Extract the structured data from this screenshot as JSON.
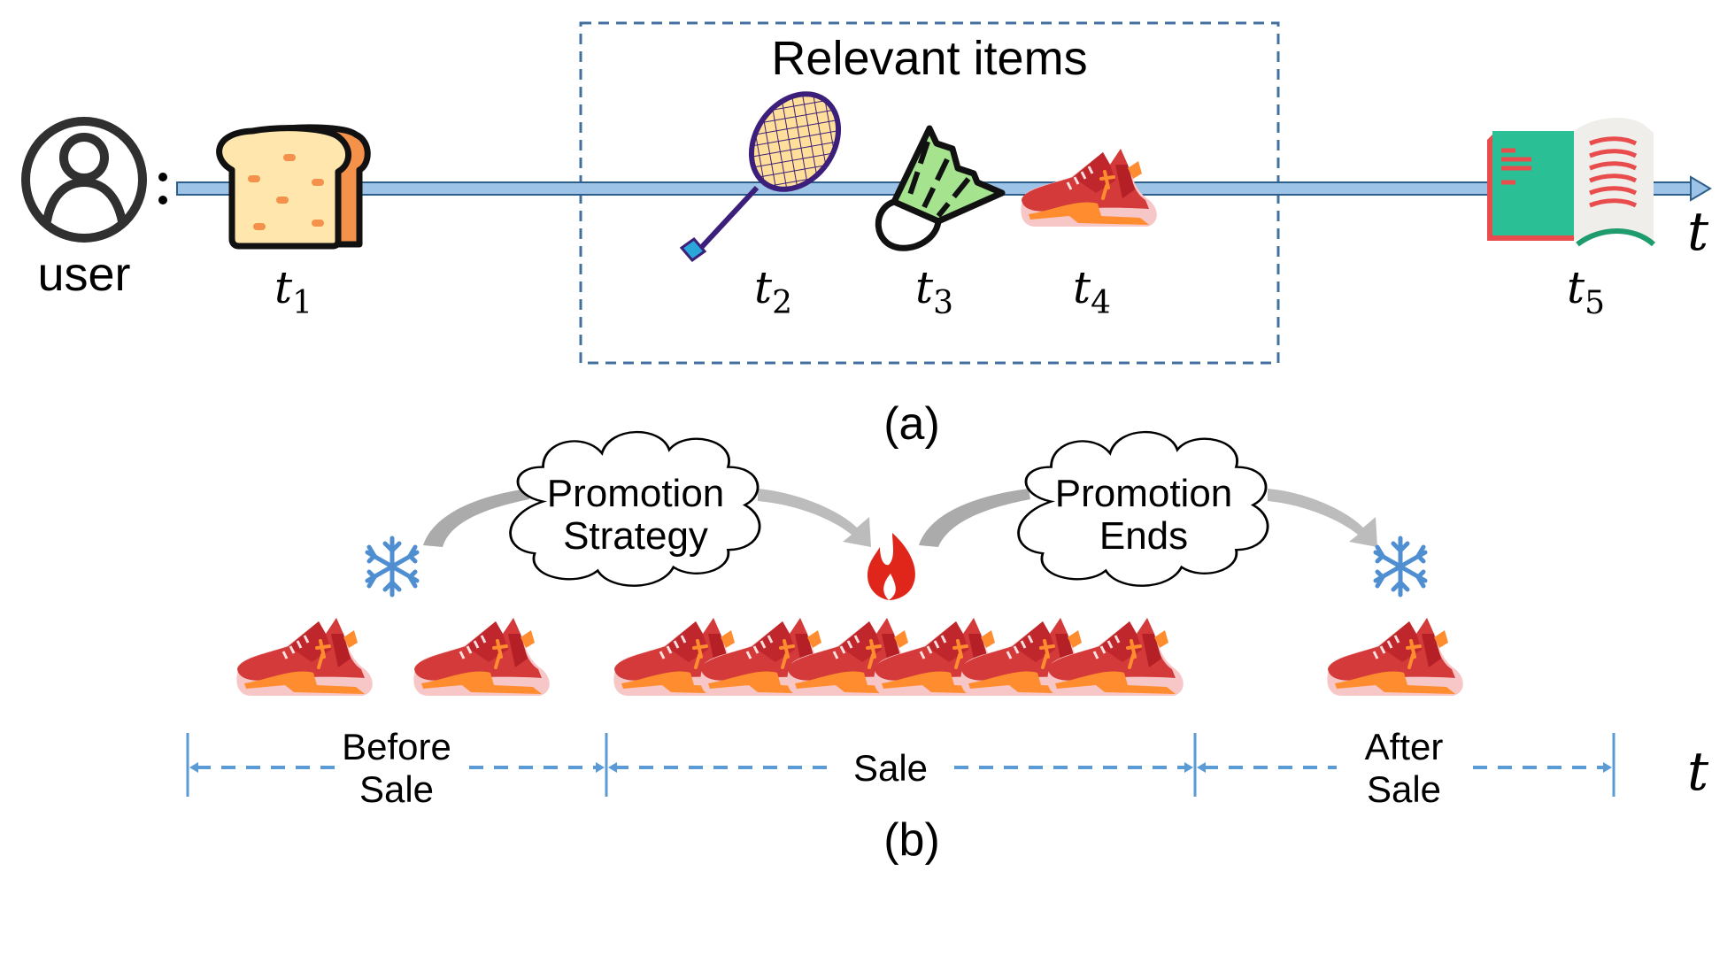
{
  "panel_a": {
    "user_label": "user",
    "box_title": "Relevant items",
    "caption": "(a)",
    "axis_label": "t",
    "items": [
      {
        "name": "bread",
        "time": "t",
        "sub": "1",
        "icon": "bread-icon"
      },
      {
        "name": "badminton-racket",
        "time": "t",
        "sub": "2",
        "icon": "racket-icon"
      },
      {
        "name": "shuttlecock",
        "time": "t",
        "sub": "3",
        "icon": "shuttlecock-icon"
      },
      {
        "name": "sneaker",
        "time": "t",
        "sub": "4",
        "icon": "sneaker-icon"
      },
      {
        "name": "book",
        "time": "t",
        "sub": "5",
        "icon": "book-icon"
      }
    ]
  },
  "panel_b": {
    "caption": "(b)",
    "axis_label": "t",
    "cloud_left": {
      "line1": "Promotion",
      "line2": "Strategy"
    },
    "cloud_right": {
      "line1": "Promotion",
      "line2": "Ends"
    },
    "phases": [
      {
        "line1": "Before",
        "line2": "Sale",
        "shoe_count": 2,
        "state": "cold"
      },
      {
        "line1": "Sale",
        "line2": "",
        "shoe_count": 6,
        "state": "hot"
      },
      {
        "line1": "After",
        "line2": "Sale",
        "shoe_count": 1,
        "state": "cold"
      }
    ]
  },
  "colors": {
    "timeline_fill": "#9dc3e6",
    "timeline_stroke": "#2e5f8a",
    "box_dash": "#44709f",
    "interval_blue": "#5b9bd5",
    "snow_blue": "#4f8fd1",
    "fire_red": "#e0261a",
    "shoe_red": "#d43a3a",
    "shoe_orange": "#ff8c2e",
    "shoe_sole": "#f7c6c7",
    "arrow_gray": "#a6a6a6"
  }
}
